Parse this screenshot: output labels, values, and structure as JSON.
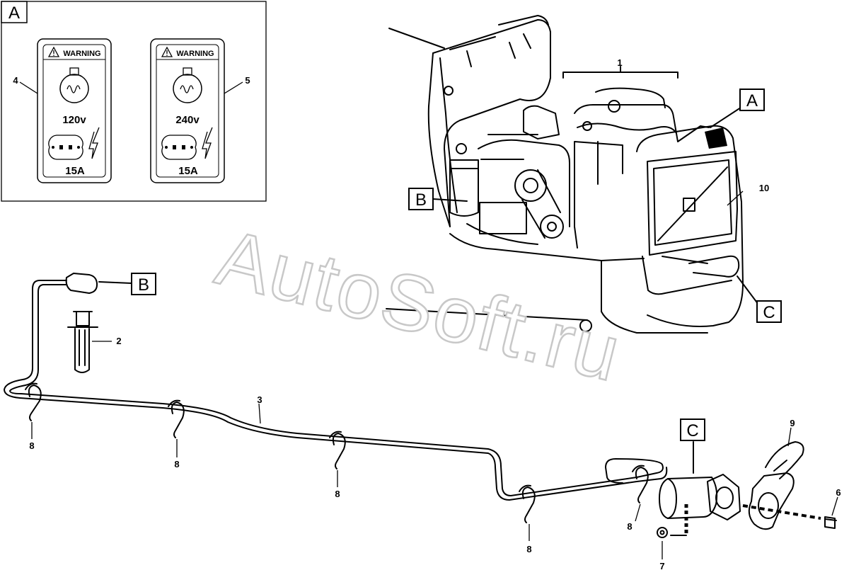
{
  "watermark": "AutoSoft.ru",
  "detail_box": {
    "label": "A"
  },
  "plates": [
    {
      "warning": "WARNING",
      "voltage": "120v",
      "amperage": "15A",
      "number": "4"
    },
    {
      "warning": "WARNING",
      "voltage": "240v",
      "amperage": "15A",
      "number": "5"
    }
  ],
  "callouts": {
    "a": "A",
    "b": "B",
    "c": "C",
    "b_detail": "B",
    "c_detail": "C"
  },
  "part_numbers": {
    "p1": "1",
    "p2": "2",
    "p3": "3",
    "p6": "6",
    "p7": "7",
    "p9": "9",
    "p10": "10",
    "clip_a": "8",
    "clip_b": "8",
    "clip_c": "8",
    "clip_d": "8",
    "clip_e": "8"
  }
}
